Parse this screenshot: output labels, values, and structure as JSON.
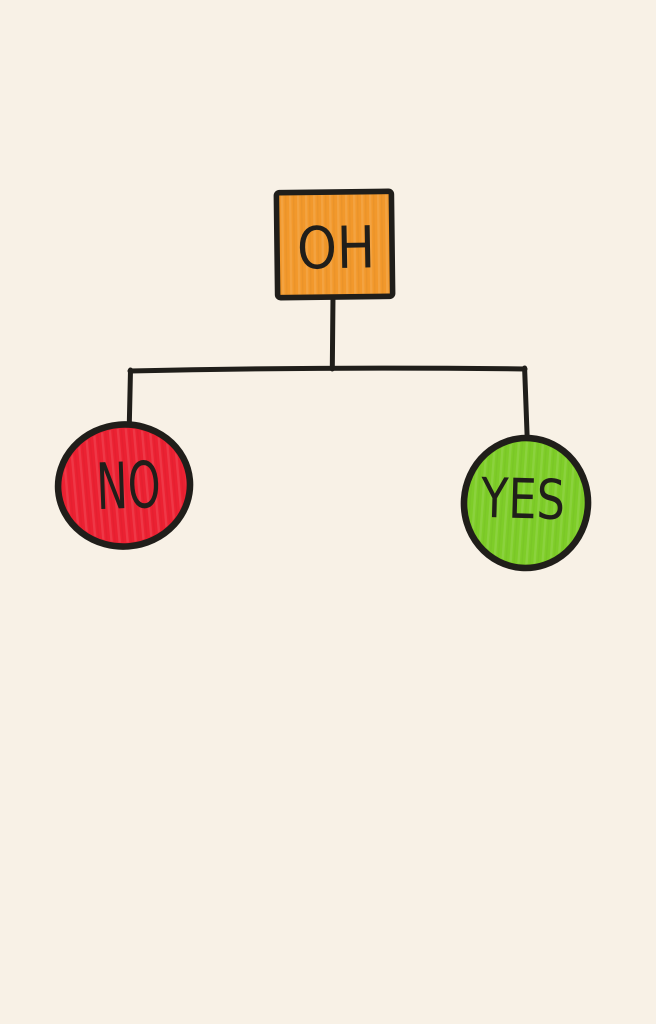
{
  "card": {
    "description": "Hand-drawn flowchart greeting card on cream paper",
    "background_color": "#F8F1E6",
    "ink_color": "#201e1a",
    "flowchart": {
      "root": {
        "id": "oh",
        "label": "OH",
        "shape": "square",
        "fill_color": "#F2982B"
      },
      "branches": [
        {
          "id": "no",
          "label": "NO",
          "shape": "circle",
          "fill_color": "#EC2132"
        },
        {
          "id": "yes",
          "label": "YES",
          "shape": "circle",
          "fill_color": "#7ECD28"
        }
      ],
      "edges": [
        {
          "from": "oh",
          "to": "no"
        },
        {
          "from": "oh",
          "to": "yes"
        }
      ]
    }
  }
}
